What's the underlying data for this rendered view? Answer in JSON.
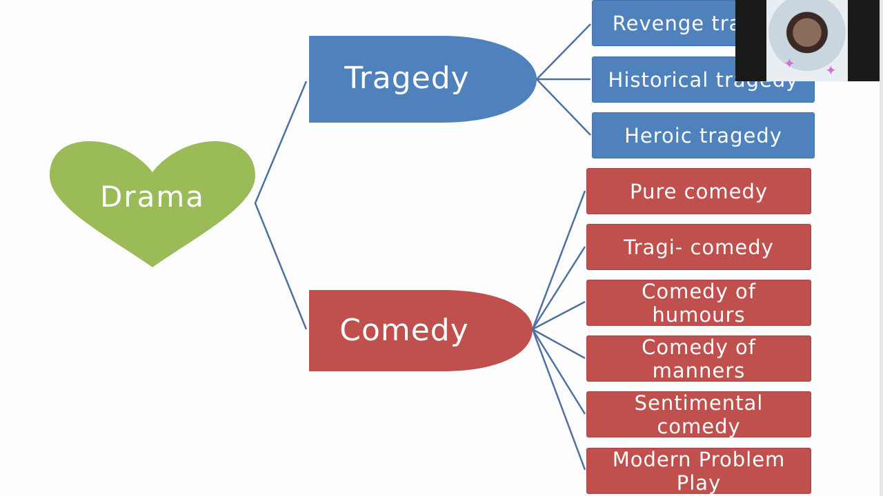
{
  "root": {
    "label": "Drama",
    "color": "#9bbb59"
  },
  "branches": {
    "tragedy": {
      "label": "Tragedy",
      "color": "#4f81bd",
      "children": [
        "Revenge tragedy",
        "Historical tragedy",
        "Heroic tragedy"
      ]
    },
    "comedy": {
      "label": "Comedy",
      "color": "#c0504d",
      "children": [
        "Pure comedy",
        "Tragi- comedy",
        "Comedy of\nhumours",
        "Comedy of\nmanners",
        "Sentimental\ncomedy",
        "Modern Problem\nPlay"
      ]
    }
  },
  "connector_color": "#4f6fa0",
  "overlay": {
    "webcam": "presenter-webcam"
  }
}
